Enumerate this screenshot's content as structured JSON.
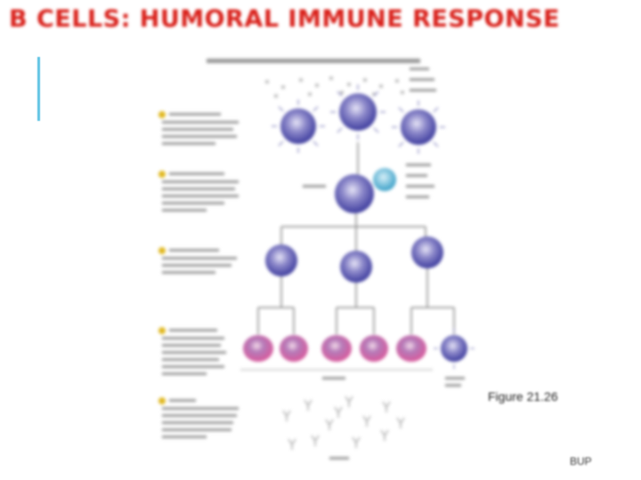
{
  "slide": {
    "title": "B CELLS: HUMORAL IMMUNE RESPONSE",
    "figure_ref": "Figure 21.26",
    "footer": "BUP"
  },
  "colors": {
    "title": "#d9221c",
    "accent_bar": "#5bc2e3",
    "b_cell": "#3e3d9e",
    "plasma_cell": "#d95a9c",
    "helper_t_cell": "#3aa0c8",
    "step_marker": "#e0b820"
  },
  "diagram": {
    "steps": [
      {
        "marker": "step-marker-1"
      },
      {
        "marker": "step-marker-2"
      },
      {
        "marker": "step-marker-3"
      },
      {
        "marker": "step-marker-4"
      },
      {
        "marker": "step-marker-5"
      }
    ]
  }
}
